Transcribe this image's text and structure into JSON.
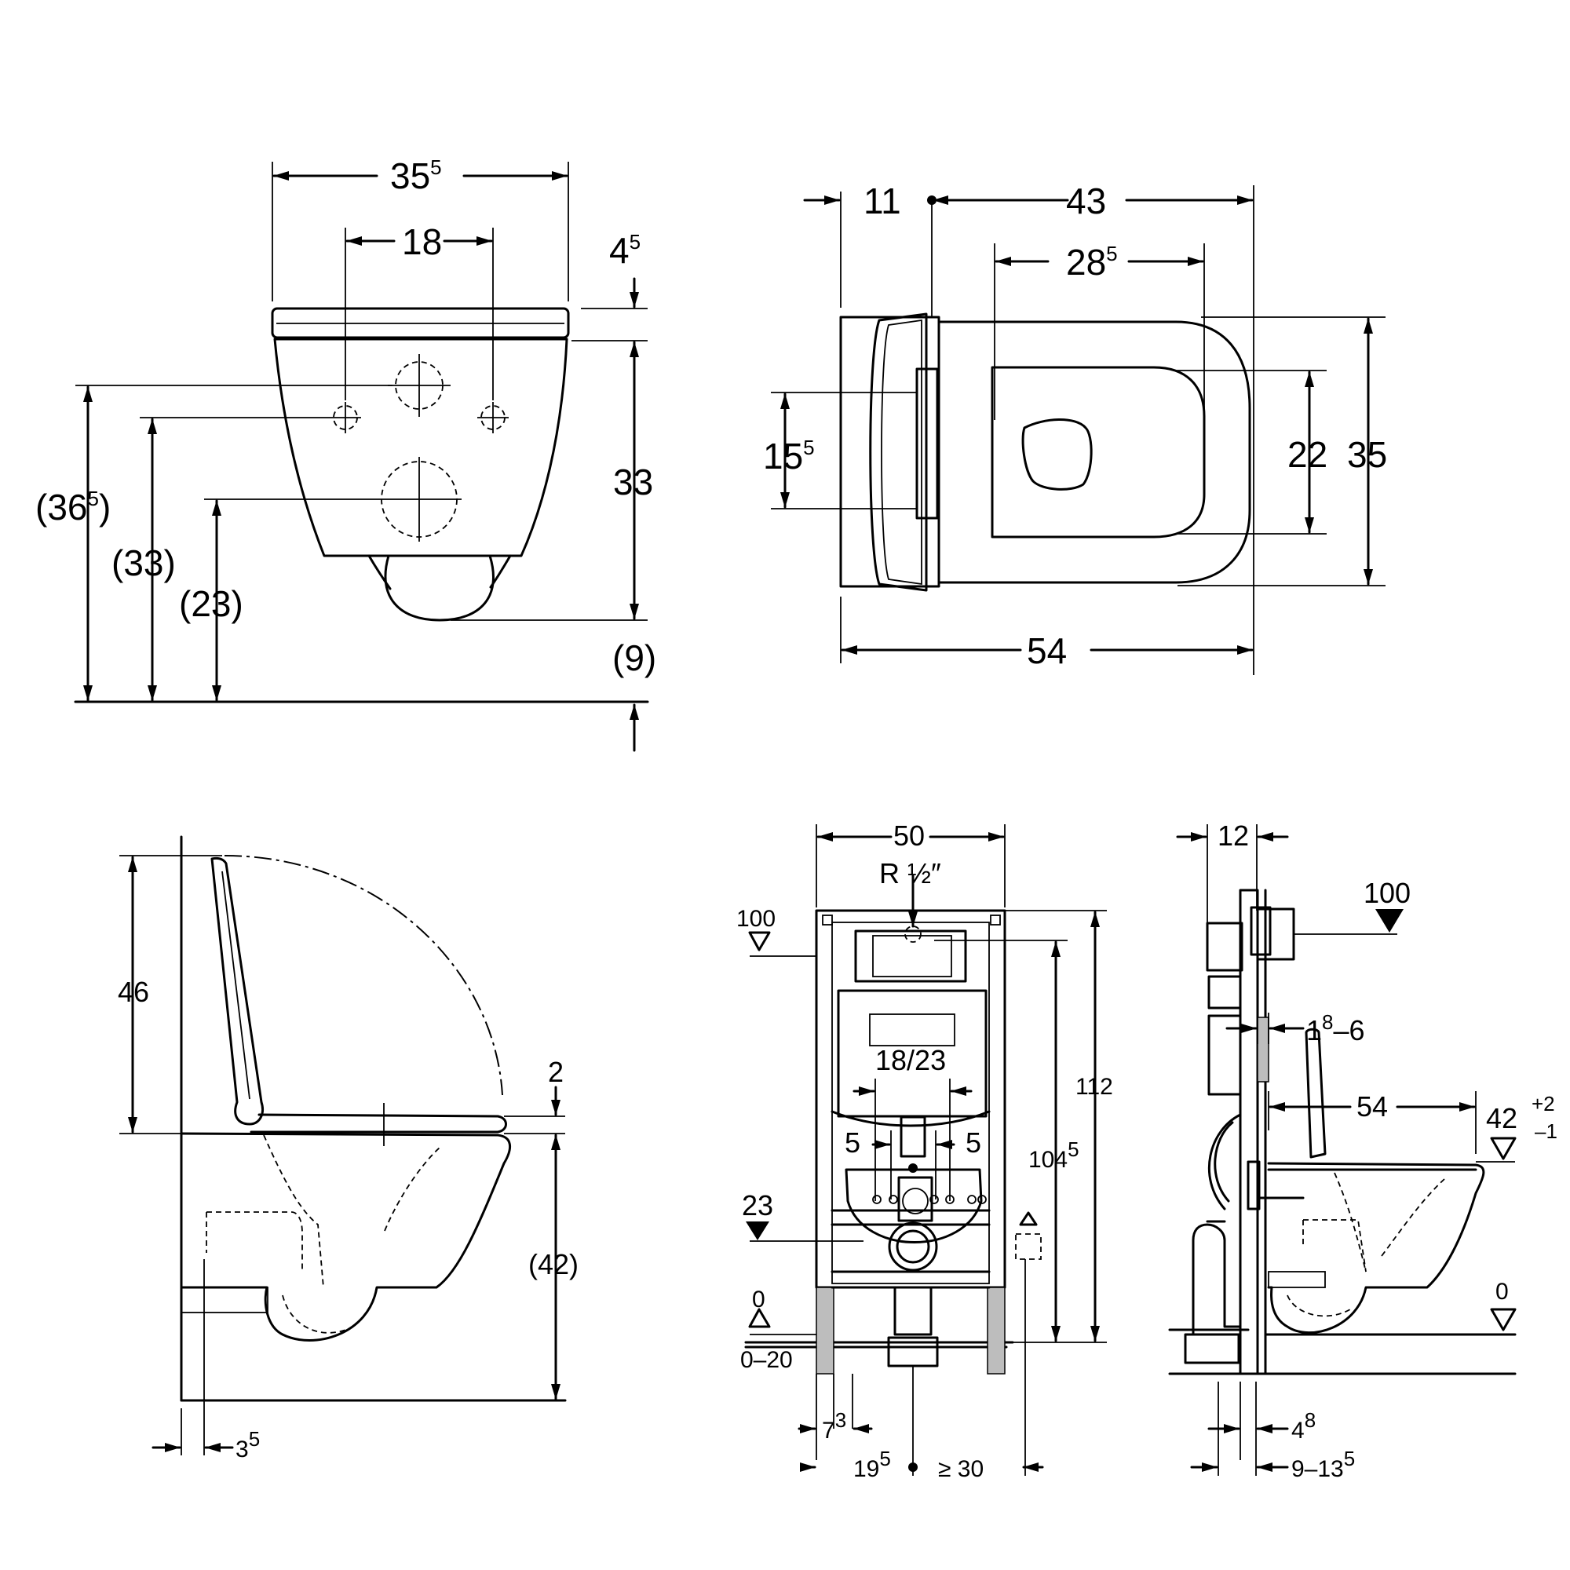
{
  "front_view": {
    "overall_width": "35",
    "overall_width_sup": "5",
    "bolt_spacing": "18",
    "seat_offset": "4",
    "seat_offset_sup": "5",
    "bowl_height": "33",
    "floor_to_top_hole": "(36",
    "floor_to_top_hole_sup": "5",
    "floor_to_top_hole_end": ")",
    "floor_to_fixing": "(33)",
    "floor_to_outlet": "(23)",
    "floor_gap": "(9)"
  },
  "top_view": {
    "wall_offset": "11",
    "length_from_wall": "43",
    "opening_width": "28",
    "opening_width_sup": "5",
    "hinge_spacing": "15",
    "hinge_spacing_sup": "5",
    "opening_length": "22",
    "bowl_width": "35",
    "total_length": "54"
  },
  "side_view": {
    "lid_height": "46",
    "seat_thickness": "2",
    "rim_height": "(42)",
    "wall_gap": "3",
    "wall_gap_sup": "5"
  },
  "frame_front": {
    "frame_width": "50",
    "water_connection": "R ½″",
    "flush_height": "100",
    "bolt_spacing": "18/23",
    "left_offset": "5",
    "right_offset": "5",
    "outlet_height": "23",
    "frame_height": "112",
    "inner_height": "104",
    "inner_height_sup": "5",
    "floor_level": "0",
    "floor_range": "0–20",
    "leg_offset": "7",
    "leg_offset_sup": "3",
    "center_offset": "19",
    "center_offset_sup": "5",
    "min_clearance": "≥ 30"
  },
  "frame_side": {
    "frame_depth": "12",
    "flush_height": "100",
    "wall_thickness": "1",
    "wall_thickness_sup": "8",
    "wall_thickness_end": "–6",
    "projection": "54",
    "rim_height": "42",
    "rim_tolerance_plus": "+2",
    "rim_tolerance_minus": "–1",
    "floor_level": "0",
    "pipe_offset": "4",
    "pipe_offset_sup": "8",
    "depth_range": "9–13",
    "depth_range_sup": "5"
  }
}
